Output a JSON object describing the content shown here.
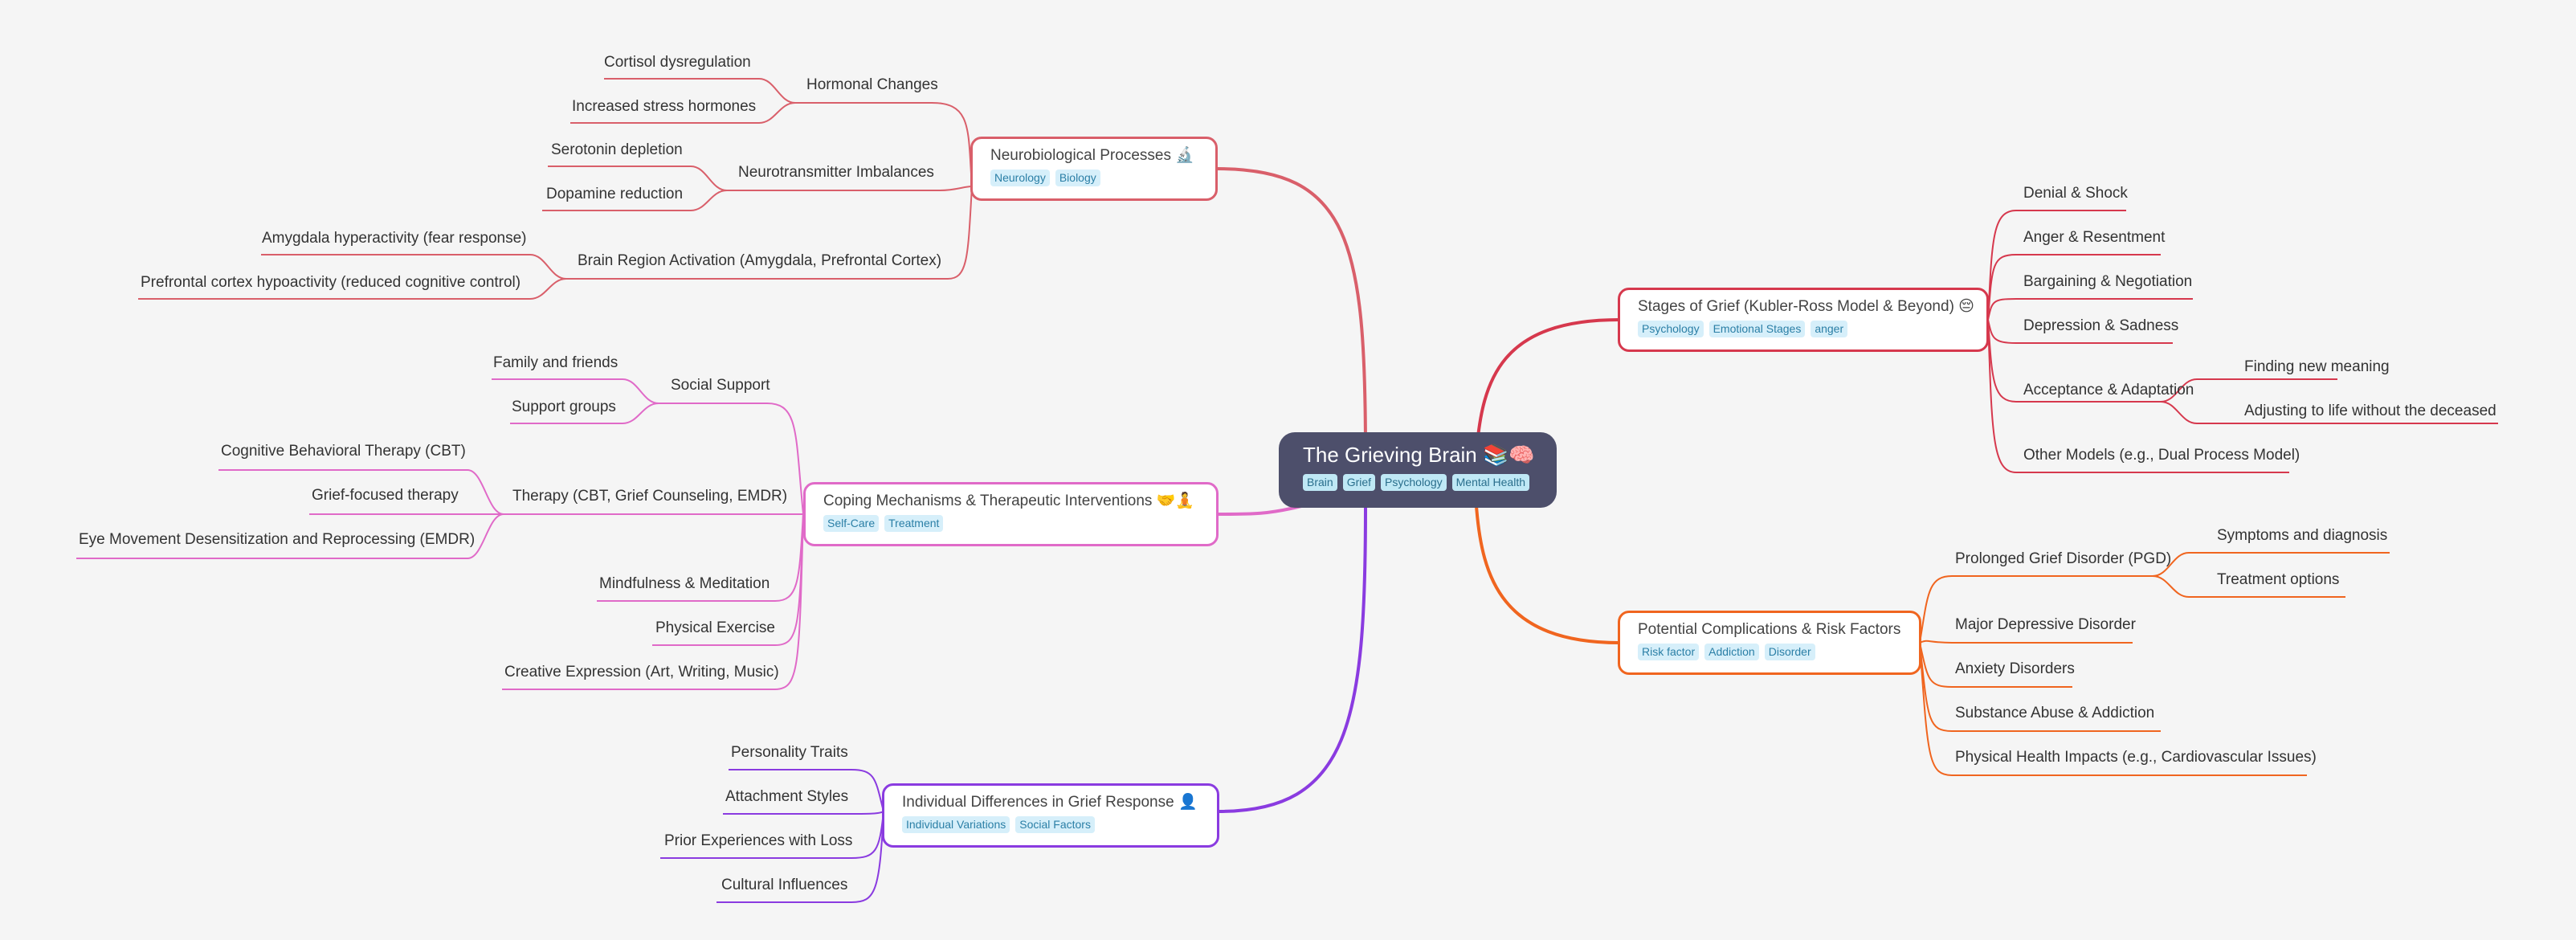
{
  "root": {
    "label": "The Grieving Brain 📚🧠",
    "tags": [
      "Brain",
      "Grief",
      "Psychology",
      "Mental Health"
    ]
  },
  "topics": {
    "neuro": {
      "label": "Neurobiological Processes 🔬",
      "tags": [
        "Neurology",
        "Biology"
      ],
      "color": "#d95f6a"
    },
    "coping": {
      "label": "Coping Mechanisms & Therapeutic Interventions 🤝🧘",
      "tags": [
        "Self-Care",
        "Treatment"
      ],
      "color": "#e06ac8"
    },
    "individual": {
      "label": "Individual Differences in Grief Response 👤",
      "tags": [
        "Individual Variations",
        "Social Factors"
      ],
      "color": "#8a3be0"
    },
    "stages": {
      "label": "Stages of Grief (Kubler-Ross Model & Beyond) 😔",
      "tags": [
        "Psychology",
        "Emotional Stages",
        "anger"
      ],
      "color": "#d6384d"
    },
    "complications": {
      "label": "Potential Complications & Risk Factors",
      "tags": [
        "Risk factor",
        "Addiction",
        "Disorder"
      ],
      "color": "#f0651f"
    }
  },
  "neuro": {
    "hormonal": "Hormonal Changes",
    "cortisol": "Cortisol dysregulation",
    "stress": "Increased stress hormones",
    "neurotransmitter": "Neurotransmitter Imbalances",
    "serotonin": "Serotonin depletion",
    "dopamine": "Dopamine reduction",
    "brain_region": "Brain Region Activation (Amygdala, Prefrontal Cortex)",
    "amygdala": "Amygdala hyperactivity (fear response)",
    "prefrontal": "Prefrontal cortex hypoactivity (reduced cognitive control)"
  },
  "coping": {
    "social": "Social Support",
    "family": "Family and friends",
    "groups": "Support groups",
    "therapy": "Therapy (CBT, Grief Counseling, EMDR)",
    "cbt": "Cognitive Behavioral Therapy (CBT)",
    "grief_focused": "Grief-focused therapy",
    "emdr": "Eye Movement Desensitization and Reprocessing (EMDR)",
    "mindfulness": "Mindfulness & Meditation",
    "exercise": "Physical Exercise",
    "creative": "Creative Expression (Art, Writing, Music)"
  },
  "individual": {
    "personality": "Personality Traits",
    "attachment": "Attachment Styles",
    "prior": "Prior Experiences with Loss",
    "cultural": "Cultural Influences"
  },
  "stages": {
    "denial": "Denial & Shock",
    "anger": "Anger & Resentment",
    "bargaining": "Bargaining & Negotiation",
    "depression": "Depression & Sadness",
    "acceptance": "Acceptance & Adaptation",
    "meaning": "Finding new meaning",
    "adjusting": "Adjusting to life without the deceased",
    "other": "Other Models (e.g., Dual Process Model)"
  },
  "complications": {
    "pgd": "Prolonged Grief Disorder (PGD)",
    "symptoms": "Symptoms and diagnosis",
    "treatment": "Treatment options",
    "major": "Major Depressive Disorder",
    "anxiety": "Anxiety Disorders",
    "substance": "Substance Abuse & Addiction",
    "physical": "Physical Health Impacts (e.g., Cardiovascular Issues)"
  }
}
